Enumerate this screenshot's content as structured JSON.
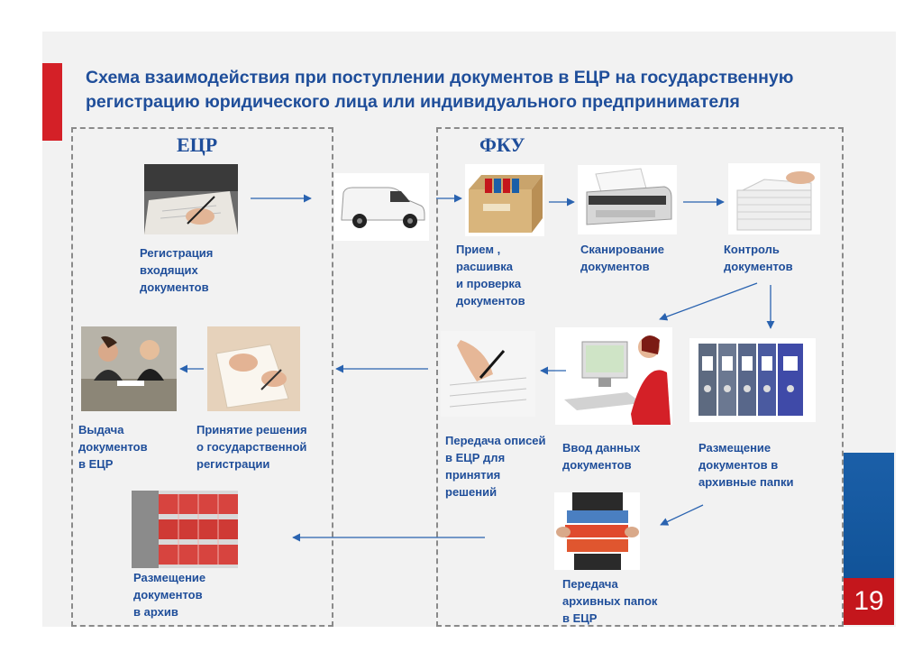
{
  "title": "Схема взаимодействия при поступлении документов в ЕЦР на государственную регистрацию юридического лица или индивидуального предпринимателя",
  "page_number": "19",
  "frames": {
    "left_label": "ЕЦР",
    "right_label": "ФКУ"
  },
  "steps": {
    "registration": "Регистрация\nвходящих\nдокументов",
    "receive": "Прием ,\nрасшивка\nи  проверка\nдокументов",
    "scan": "Сканирование\nдокументов",
    "control": "Контроль\nдокументов",
    "issue": "Выдача\nдокументов\nв  ЕЦР",
    "decision": "Принятие  решения\nо  государственной\nрегистрации",
    "transfer_inventory": "Передача  описей\nв  ЕЦР  для\nпринятия\nрешений",
    "data_entry": "Ввод  данных\nдокументов",
    "archive_folders": "Размещение\nдокументов  в\nархивные  папки",
    "archive_placement": "Размещение\nдокументов\nв  архив",
    "transfer_folders": "Передача\nархивных  папок\nв  ЕЦР"
  },
  "colors": {
    "title": "#1f4e9a",
    "arrow": "#2a63b0",
    "accent_red": "#d42027",
    "accent_blue": "#1b5fa8"
  },
  "icons": [
    "writing-hand-image",
    "van-image",
    "archive-box-image",
    "scanner-image",
    "paper-stack-image",
    "office-people-image",
    "signing-papers-image",
    "pen-signing-image",
    "computer-operator-image",
    "binders-image",
    "archive-shelves-image",
    "folders-carry-image"
  ]
}
